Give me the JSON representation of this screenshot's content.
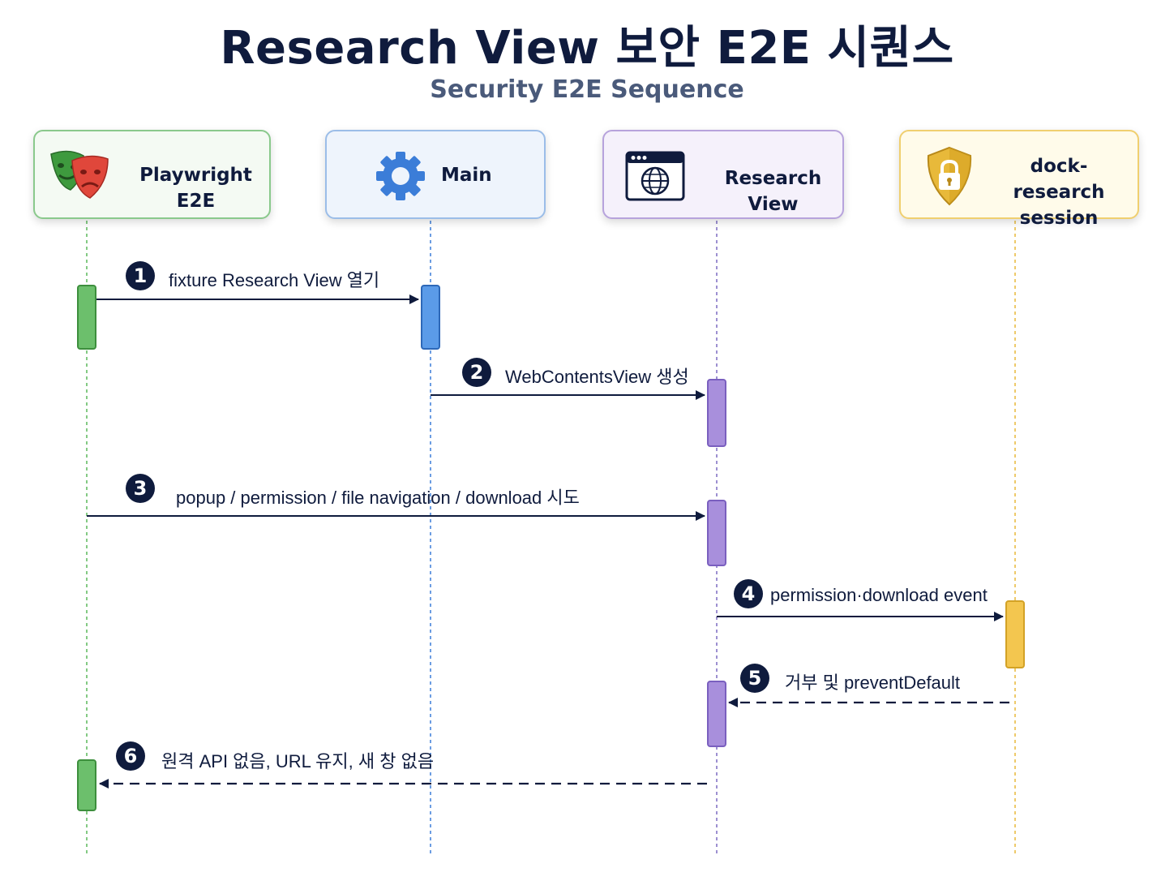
{
  "title": "Research View 보안 E2E 시퀀스",
  "subtitle": "Security E2E Sequence",
  "participants": [
    {
      "id": "playwright",
      "label": "Playwright E2E",
      "icon": "theater-masks-icon",
      "color": "#5cb85c"
    },
    {
      "id": "main",
      "label": "Main",
      "icon": "gear-icon",
      "color": "#3b7dd8"
    },
    {
      "id": "research",
      "label": "Research View",
      "icon": "browser-globe-icon",
      "color": "#9b7fd4"
    },
    {
      "id": "dock",
      "label_line1": "dock-research",
      "label_line2": "session",
      "icon": "shield-lock-icon",
      "color": "#e8b93a"
    }
  ],
  "messages": [
    {
      "number": "1",
      "label": "fixture Research View 열기",
      "from": "playwright",
      "to": "main",
      "style": "solid"
    },
    {
      "number": "2",
      "label": "WebContentsView 생성",
      "from": "main",
      "to": "research",
      "style": "solid"
    },
    {
      "number": "3",
      "label": "popup / permission / file navigation / download 시도",
      "from": "playwright",
      "to": "research",
      "style": "solid"
    },
    {
      "number": "4",
      "label": "permission·download event",
      "from": "research",
      "to": "dock",
      "style": "solid"
    },
    {
      "number": "5",
      "label": "거부 및 preventDefault",
      "from": "dock",
      "to": "research",
      "style": "dashed"
    },
    {
      "number": "6",
      "label": "원격 API 없음, URL 유지, 새 창 없음",
      "from": "research",
      "to": "playwright",
      "style": "dashed"
    }
  ]
}
